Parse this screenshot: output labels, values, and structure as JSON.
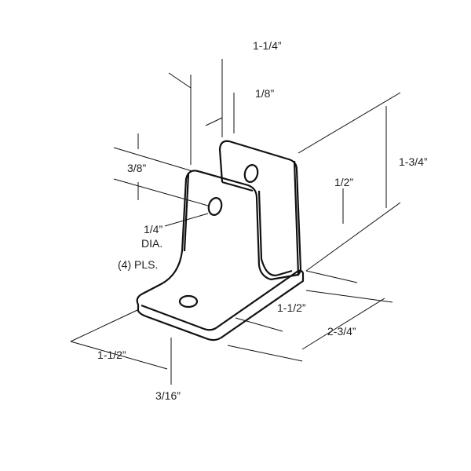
{
  "labels": {
    "top_width": "1-1/4”",
    "thickness_top": "1/8”",
    "hole_offset": "3/8”",
    "hole_height": "1/2”",
    "overall_height": "1-3/4”",
    "hole_dia": "1/4”",
    "dia": "DIA.",
    "places": "(4) PLS.",
    "base_depth": "1-1/2”",
    "overall_length": "2-3/4”",
    "base_width": "1-1/2”",
    "base_thickness": "3/16”"
  },
  "colors": {
    "line": "#111111"
  }
}
